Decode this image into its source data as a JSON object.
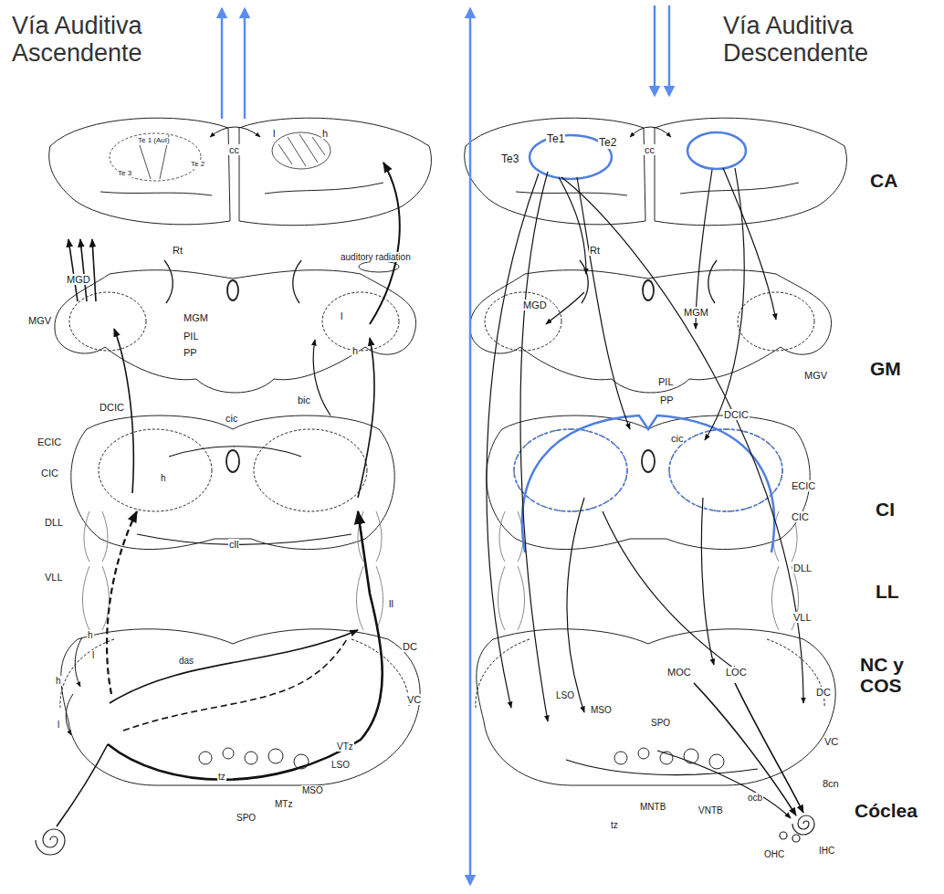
{
  "diagram": {
    "labels": [
      "Vía Auditiva Ascendente",
      "Vía Auditiva Descendente",
      "Te 1 (AuI)",
      "Te 2",
      "Te 3",
      "cc",
      "l",
      "h",
      "Rt",
      "auditory radiation",
      "MGD",
      "MGV",
      "MGM",
      "PIL",
      "PP",
      "l",
      "h",
      "DCIC",
      "cic",
      "bic",
      "ECIC",
      "CIC",
      "h",
      "DLL",
      "cll",
      "VLL",
      "ll",
      "DC",
      "h",
      "l",
      "h",
      "das",
      "VC",
      "l",
      "tz",
      "VTz",
      "LSO",
      "MSO",
      "MTz",
      "SPO",
      "Te1",
      "Te2",
      "Te3",
      "cc",
      "CA",
      "Rt",
      "MGD",
      "MGM",
      "GM",
      "PIL",
      "PP",
      "MGV",
      "DCIC",
      "cic",
      "ECIC",
      "CI",
      "CIC",
      "DLL",
      "LL",
      "VLL",
      "MOC",
      "LOC",
      "NC y COS",
      "DC",
      "LSO",
      "MSO",
      "SPO",
      "VC",
      "8cn",
      "Cóclea",
      "MNTB",
      "VNTB",
      "ocb",
      "tz",
      "OHC",
      "IHC"
    ]
  }
}
